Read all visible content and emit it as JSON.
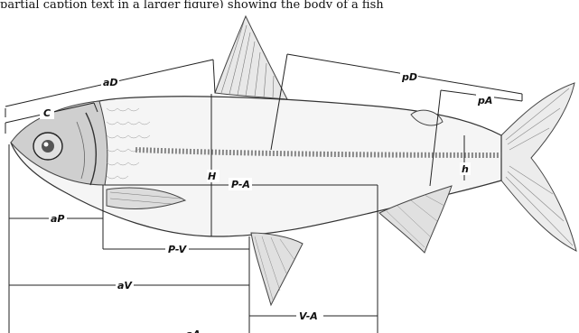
{
  "caption_fragment": "partial caption text in a larger figure) showing the body of a fish",
  "labels": {
    "aD": "aD",
    "C": "C",
    "pD": "pD",
    "pA": "pA",
    "H": "H",
    "h": "h",
    "P-A": "P-A",
    "aP": "aP",
    "P-V": "P-V",
    "aV": "aV",
    "V-A": "V-A",
    "aA": "aA"
  }
}
